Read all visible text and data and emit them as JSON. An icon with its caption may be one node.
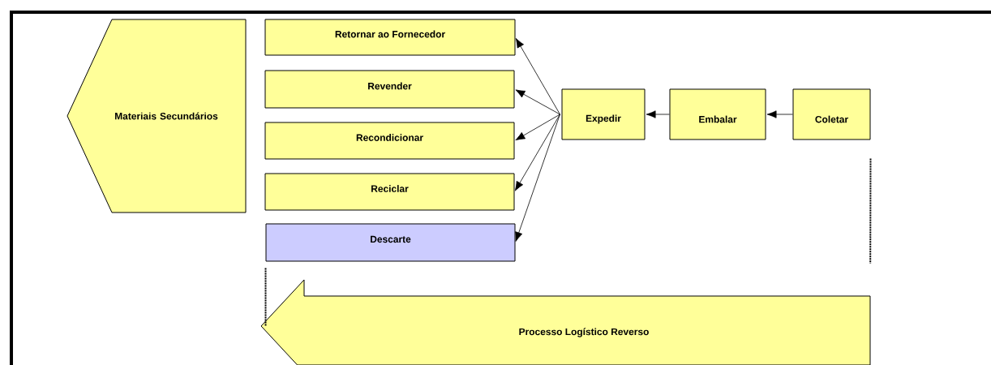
{
  "diagram": {
    "nodes": [
      {
        "text": [
          "Materiais Secundários"
        ]
      },
      {
        "text": [
          "Retornar ao Fornecedor"
        ]
      },
      {
        "text": [
          "Revender"
        ]
      },
      {
        "text": [
          "Recondicionar"
        ]
      },
      {
        "text": [
          "Reciclar"
        ]
      },
      {
        "text": [
          "Descarte"
        ]
      },
      {
        "text": [
          "Expedir"
        ]
      },
      {
        "text": [
          "Embalar"
        ]
      },
      {
        "text": [
          "Coletar"
        ]
      },
      {
        "text": [
          "Processo Logístico Reverso"
        ]
      }
    ],
    "edges": [
      {
        "from": 8,
        "to": 7,
        "arrow": "to"
      },
      {
        "from": 7,
        "to": 6,
        "arrow": "to"
      },
      {
        "from": 6,
        "to": 1,
        "arrow": "to"
      },
      {
        "from": 6,
        "to": 2,
        "arrow": "to"
      },
      {
        "from": 6,
        "to": 3,
        "arrow": "to"
      },
      {
        "from": 6,
        "to": 4,
        "arrow": "to"
      },
      {
        "from": 6,
        "to": 5,
        "arrow": "to"
      },
      {
        "from": 8,
        "to": 9,
        "arrow": "none",
        "style": "dashed"
      },
      {
        "from": 5,
        "to": 9,
        "arrow": "none",
        "style": "dashed"
      }
    ]
  }
}
